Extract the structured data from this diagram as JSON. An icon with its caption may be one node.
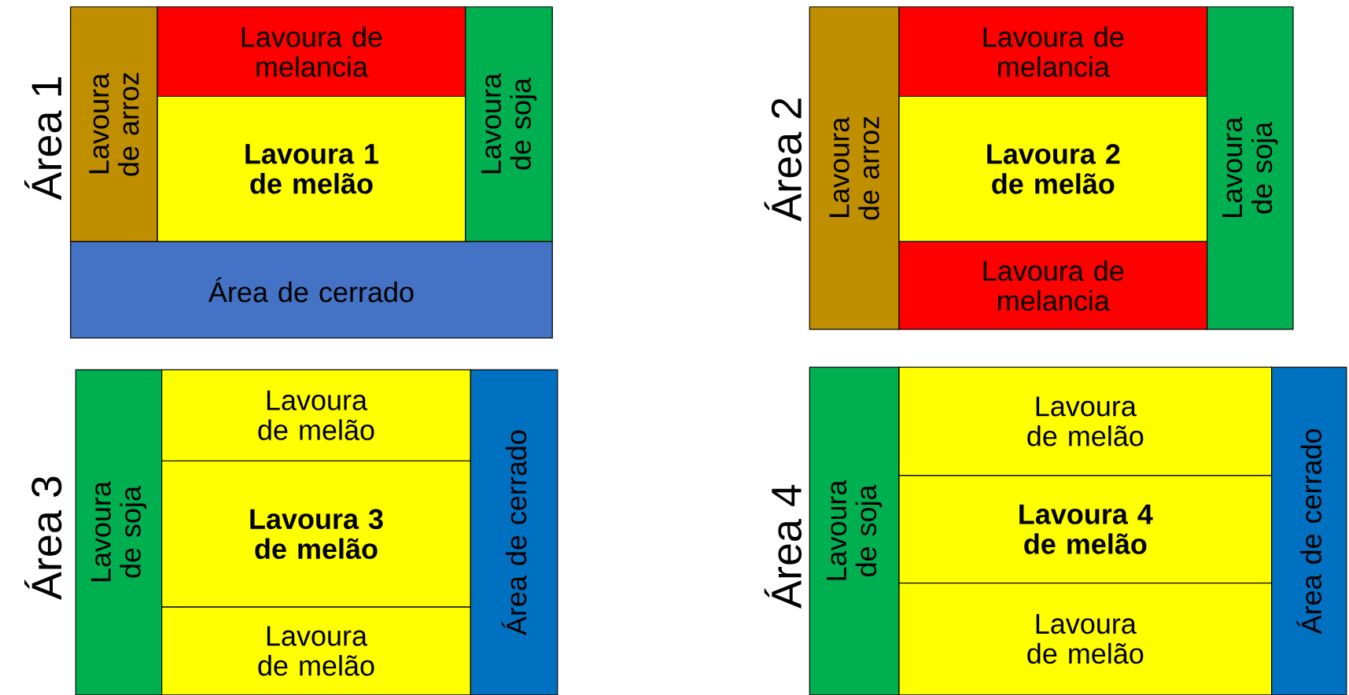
{
  "diagram": {
    "nodes": [
      {
        "text": [
          "Lavoura de arroz"
        ]
      },
      {
        "text": [
          "Lavoura de melancia"
        ]
      },
      {
        "text": [
          "Lavoura 1 de melão"
        ]
      },
      {
        "text": [
          "Lavoura de soja"
        ]
      },
      {
        "text": [
          "Área de cerrado"
        ]
      },
      {
        "text": [
          "Lavoura de arroz"
        ]
      },
      {
        "text": [
          "Lavoura de melancia"
        ]
      },
      {
        "text": [
          "Lavoura 2 de melão"
        ]
      },
      {
        "text": [
          "Lavoura de melancia"
        ]
      },
      {
        "text": [
          "Lavoura de soja"
        ]
      },
      {
        "text": [
          "Lavoura de soja"
        ]
      },
      {
        "text": [
          "Lavoura de melão"
        ]
      },
      {
        "text": [
          "Lavoura 3 de melão"
        ]
      },
      {
        "text": [
          "Lavoura de melão"
        ]
      },
      {
        "text": [
          "Área de cerrado"
        ]
      },
      {
        "text": [
          "Lavoura de soja"
        ]
      },
      {
        "text": [
          "Lavoura de melão"
        ]
      },
      {
        "text": [
          "Lavoura 4 de melão"
        ]
      },
      {
        "text": [
          "Lavoura de melão"
        ]
      },
      {
        "text": [
          "Área de cerrado"
        ]
      }
    ],
    "labels": [
      "Área 1",
      "Área 2",
      "Área 3",
      "Área 4"
    ]
  }
}
